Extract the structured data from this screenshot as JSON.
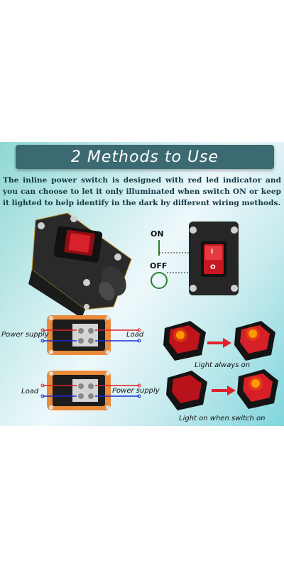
{
  "banner": {
    "title": "2 Methods to Use"
  },
  "intro": {
    "text": "The inline power switch is designed with red led indicator and you can choose to let it only illuminated when switch ON or keep it lighted to help identify in the dark by different wiring methods."
  },
  "state_labels": {
    "on": "ON",
    "off": "OFF"
  },
  "switch_glyphs": {
    "on": "I",
    "off": "O"
  },
  "wiring_1": {
    "left": "Power supply",
    "right": "Load"
  },
  "wiring_2": {
    "left": "Load",
    "right": "Power supply"
  },
  "results": {
    "method_1": "Light always on",
    "method_2": "Light on when switch on"
  },
  "colors": {
    "accent_red": "#e0202a",
    "wire_blue": "#1b2bd6",
    "housing_orange": "#e98b3a",
    "banner": "#3c6a72",
    "indicator_green": "#2e7d32"
  }
}
